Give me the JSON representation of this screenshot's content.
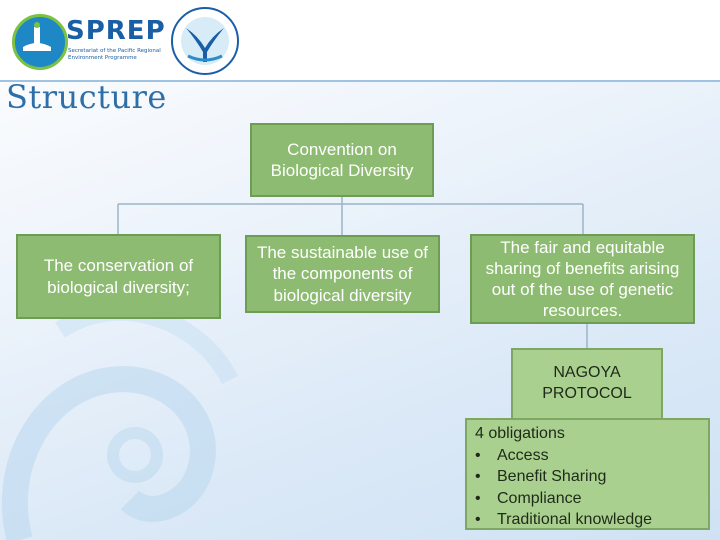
{
  "slide": {
    "title": "Structure"
  },
  "logos": {
    "sprep_name": "SPREP",
    "sprep_tagline": "Secretariat of the Pacific Regional Environment Programme"
  },
  "diagram": {
    "root": "Convention on Biological Diversity",
    "objectives": [
      "The conservation of biological diversity;",
      "The sustainable use of the components of biological diversity",
      "The fair and equitable sharing of benefits arising out of the use of genetic resources."
    ],
    "protocol": "NAGOYA PROTOCOL",
    "obligations": {
      "heading": "4 obligations",
      "items": [
        "Access",
        "Benefit Sharing",
        "Compliance",
        "Traditional knowledge"
      ]
    }
  },
  "colors": {
    "box_fill": "#8ebb72",
    "box_light_fill": "#a9d08e",
    "title": "#2f6fa8"
  },
  "icons": [
    "sprep-logo-icon",
    "whale-tail-seal-icon"
  ]
}
